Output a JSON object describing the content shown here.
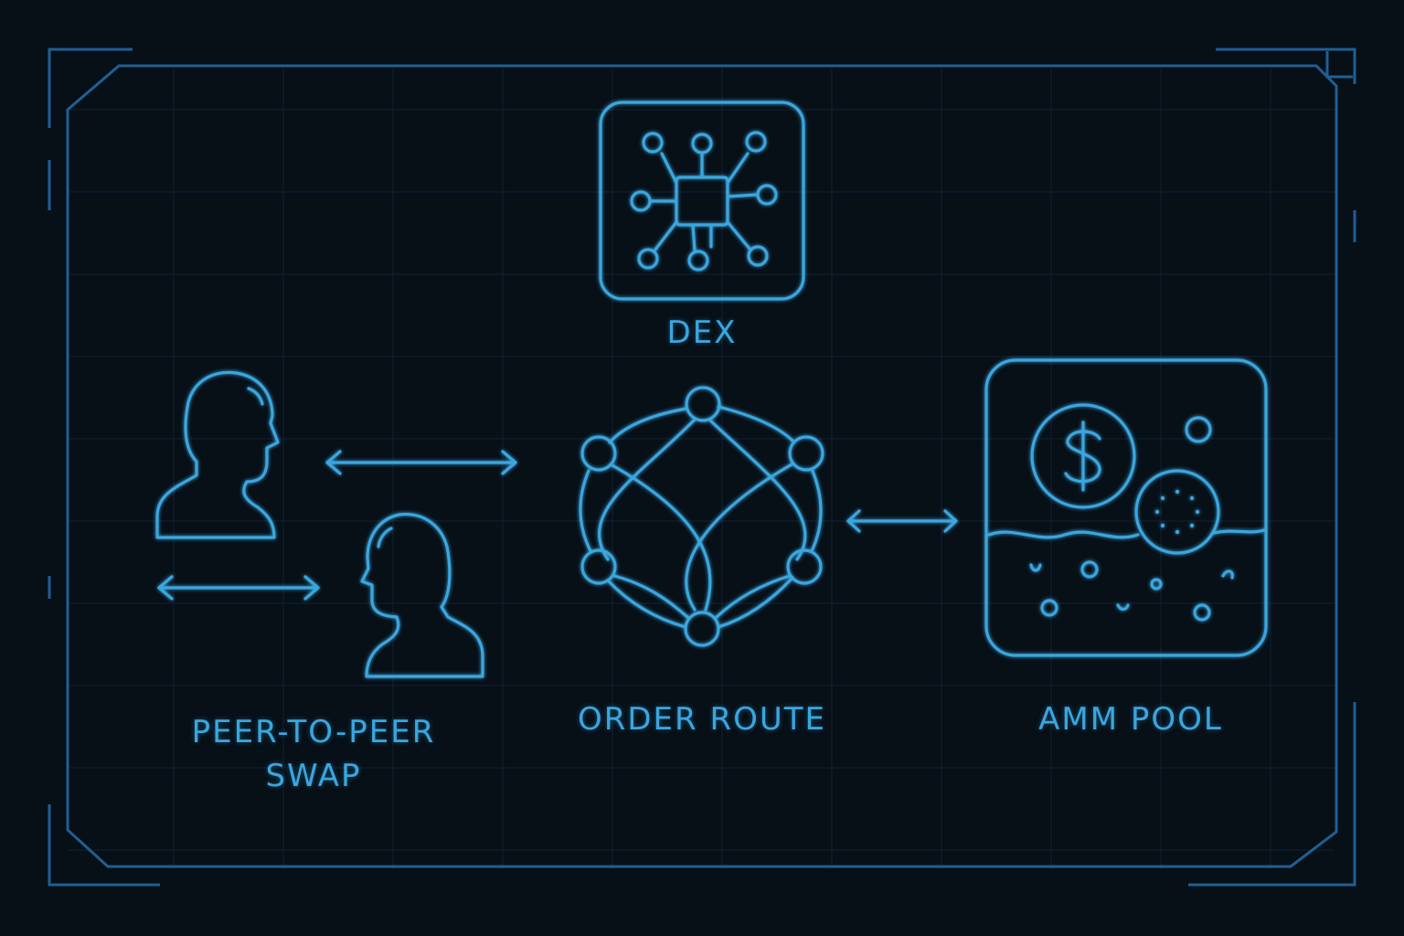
{
  "colors": {
    "background": "#070f17",
    "frame": "#1f5f93",
    "grid": "#102233",
    "accent": "#3aa6de"
  },
  "labels": {
    "dex": "DEX",
    "peer_to_peer_line1": "PEER-TO-PEER",
    "peer_to_peer_line2": "SWAP",
    "order_route": "ORDER ROUTE",
    "amm_pool": "AMM POOL"
  },
  "icons": {
    "dex": "chip-network-icon",
    "peers": "person-silhouette-icon",
    "order_route": "network-mesh-icon",
    "amm_pool": "liquidity-pool-icon",
    "coin": "dollar-coin-icon",
    "arrows": "double-arrow-icon"
  }
}
